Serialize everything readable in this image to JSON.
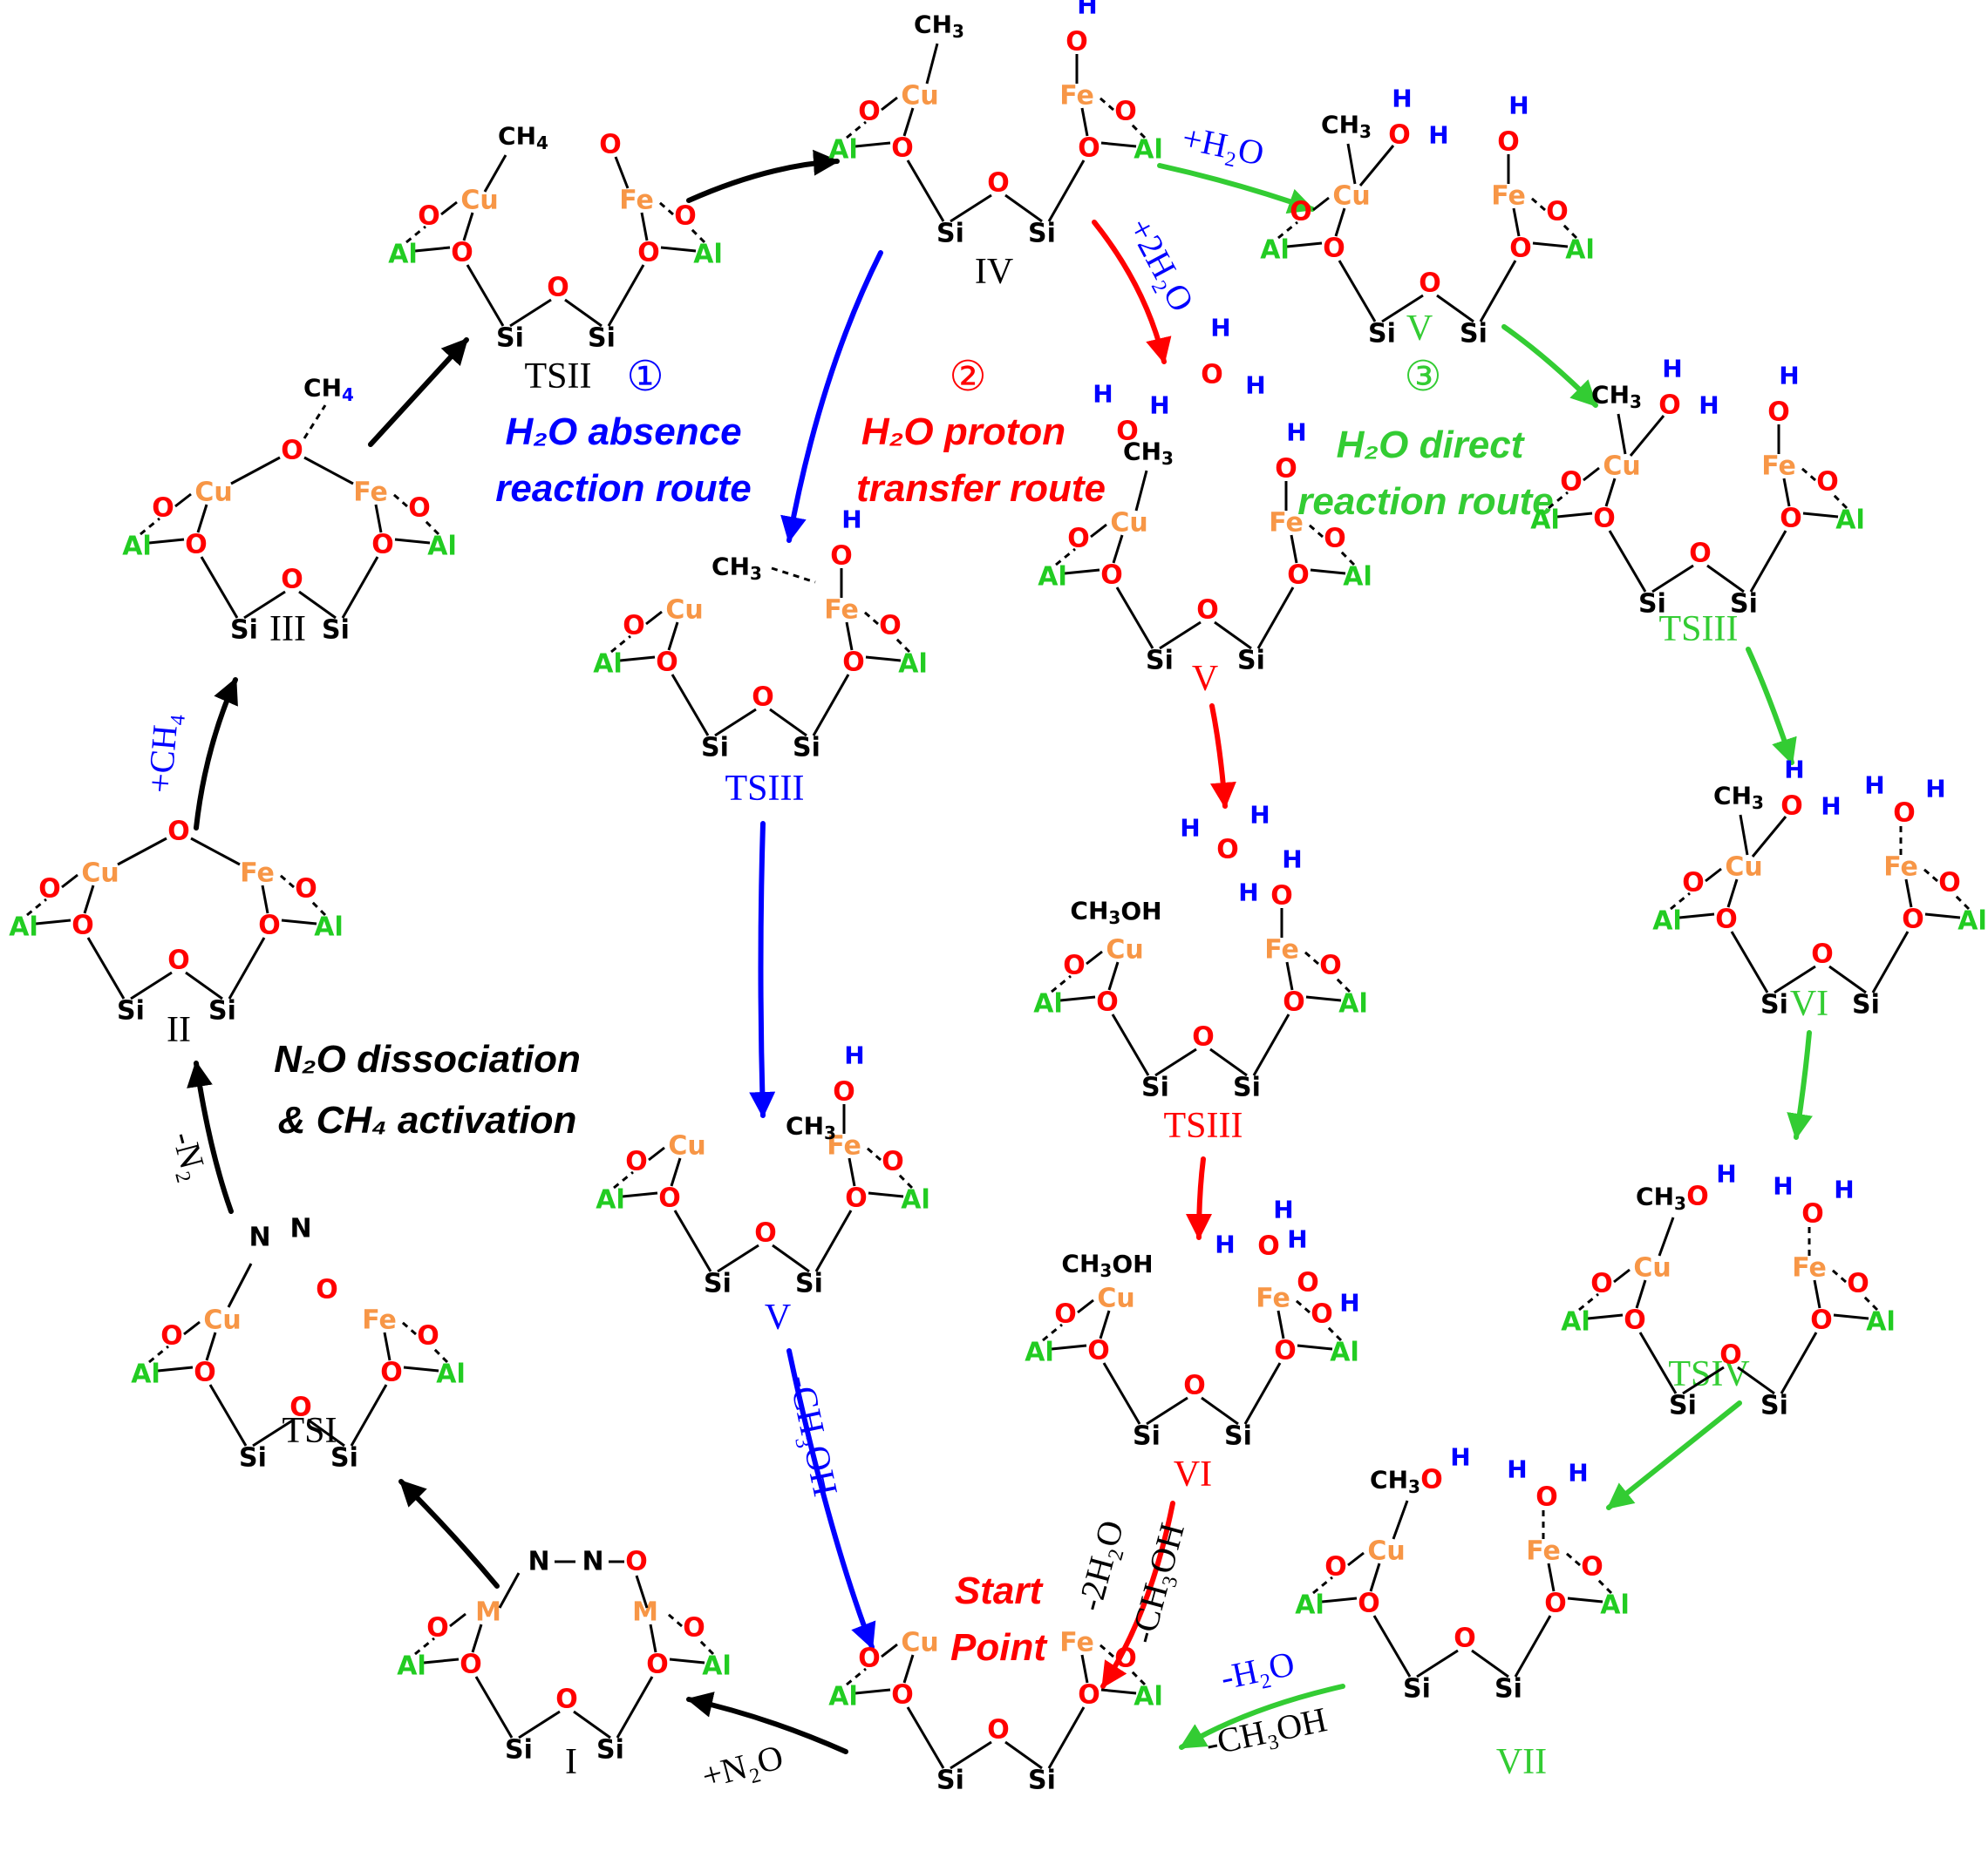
{
  "atoms": {
    "o": "O",
    "si": "Si",
    "al": "Al",
    "cu": "Cu",
    "fe": "Fe",
    "m": "M",
    "h": "H",
    "n": "N",
    "ch": "CH",
    "three": "3",
    "four": "4",
    "oh": "OH"
  },
  "colors": {
    "black": "#000000",
    "oxygen": "#ff0000",
    "aluminium": "#22cc22",
    "metal": "#f79646",
    "hydrogen": "#0000ff",
    "route1": "#0000ff",
    "route2": "#ff0000",
    "route3": "#33cc33"
  },
  "titles": {
    "circle1": "①",
    "route1_a": "H₂O absence",
    "route1_b": "reaction route",
    "circle2": "②",
    "route2_a": "H₂O  proton",
    "route2_b": "transfer  route",
    "circle3": "③",
    "route3_a": "H₂O direct",
    "route3_b": "reaction route",
    "cycle_a": "N₂O dissociation",
    "cycle_b": "& CH₄ activation",
    "start_a": "Start",
    "start_b": "Point"
  },
  "step_labels": {
    "add_n2o": "+N₂O",
    "minus_n2": "-N₂",
    "add_ch4": "+CH₄",
    "add_h2o": "+H₂O",
    "add_2h2o": "+2H₂O",
    "minus_ch3oh": "-CH₃OH",
    "minus_2h2o": "-2H₂O",
    "minus_ch3oh_b": "-CH₃OH",
    "minus_h2o": "-H₂O",
    "minus_ch3oh_c": "-CH₃OH"
  },
  "species": {
    "start": "",
    "I": "I",
    "TSI": "TSI",
    "II": "II",
    "III": "III",
    "TSII": "TSII",
    "IV": "IV",
    "TSIII_1": "TSIII",
    "V_1": "V",
    "V_2": "V",
    "TSIII_2": "TSIII",
    "VI_2": "VI",
    "V_3": "V",
    "TSIII_3": "TSIII",
    "VI_3": "VI",
    "TSIV_3": "TSIV",
    "VII_3": "VII"
  }
}
